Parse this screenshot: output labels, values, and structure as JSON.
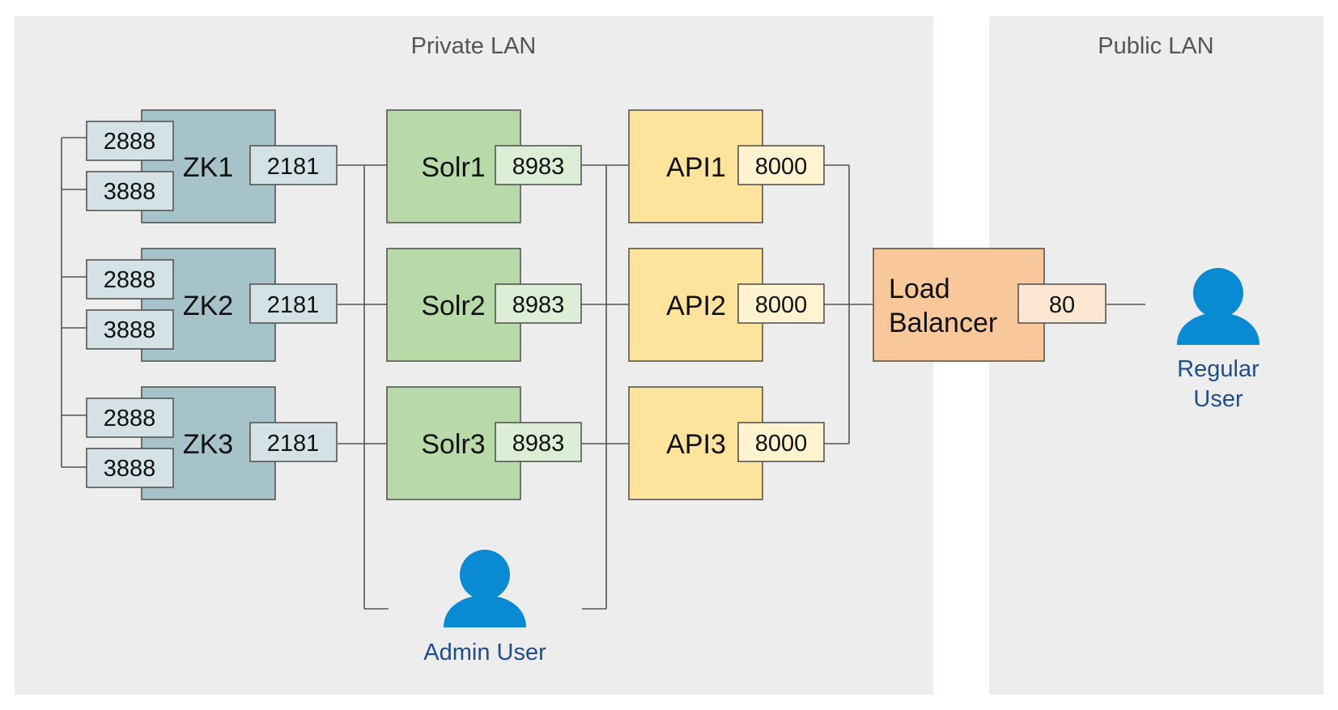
{
  "zones": {
    "private": {
      "label": "Private LAN"
    },
    "public": {
      "label": "Public LAN"
    }
  },
  "zookeeper": [
    {
      "label": "ZK1",
      "client_port": "2181",
      "peer_ports": [
        "2888",
        "3888"
      ]
    },
    {
      "label": "ZK2",
      "client_port": "2181",
      "peer_ports": [
        "2888",
        "3888"
      ]
    },
    {
      "label": "ZK3",
      "client_port": "2181",
      "peer_ports": [
        "2888",
        "3888"
      ]
    }
  ],
  "solr": [
    {
      "label": "Solr1",
      "port": "8983"
    },
    {
      "label": "Solr2",
      "port": "8983"
    },
    {
      "label": "Solr3",
      "port": "8983"
    }
  ],
  "api": [
    {
      "label": "API1",
      "port": "8000"
    },
    {
      "label": "API2",
      "port": "8000"
    },
    {
      "label": "API3",
      "port": "8000"
    }
  ],
  "load_balancer": {
    "label_lines": [
      "Load",
      "Balancer"
    ],
    "port": "80"
  },
  "admin_user": {
    "label": "Admin User",
    "icon": "user-icon"
  },
  "regular_user": {
    "label_lines": [
      "Regular",
      "User"
    ],
    "icon": "user-icon"
  },
  "colors": {
    "zone_bg": "#ededed",
    "zk_fill": "#a6c3c9",
    "zk_port_fill": "#d4e2e6",
    "solr_fill": "#b8d9a8",
    "solr_port_fill": "#dcefd6",
    "api_fill": "#fde39b",
    "api_port_fill": "#fff4cf",
    "lb_fill": "#f8c89a",
    "lb_port_fill": "#fde6d2",
    "user_icon": "#0a8ad3",
    "user_text": "#1f4e8c"
  }
}
